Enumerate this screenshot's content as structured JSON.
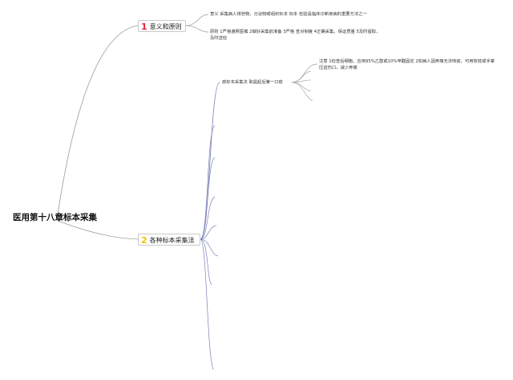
{
  "map": {
    "root": "医用第十八章标本采集",
    "branches": [
      {
        "number": "1",
        "label": "意义和原则",
        "children": [
          "意义 采集病人排泄物，分泌物或组织标本 标本 检验是临床诊断疾病的重要方法之一",
          "原则 1严格遵照医嘱 2做好采集前准备 3严格 查对制度 4正确采集，保证质量 5及时留取，及时送检"
        ]
      },
      {
        "number": "2",
        "label": "各种标本采集法",
        "children": [
          {
            "label": "痰标本采集法 取晨起后第一口痰",
            "children": [
              "注意 1检查后细胞，应用95%乙醇或10%甲醛固定 2如病人因疼痛无法咳痰，可用软枕或手掌压迫伤口，减少疼痛"
            ]
          }
        ]
      }
    ]
  },
  "colors": {
    "line": "#9a9a9a",
    "branch_line": "#7a7fb8",
    "number_1": "#e0243a",
    "number_2": "#f2c200"
  }
}
